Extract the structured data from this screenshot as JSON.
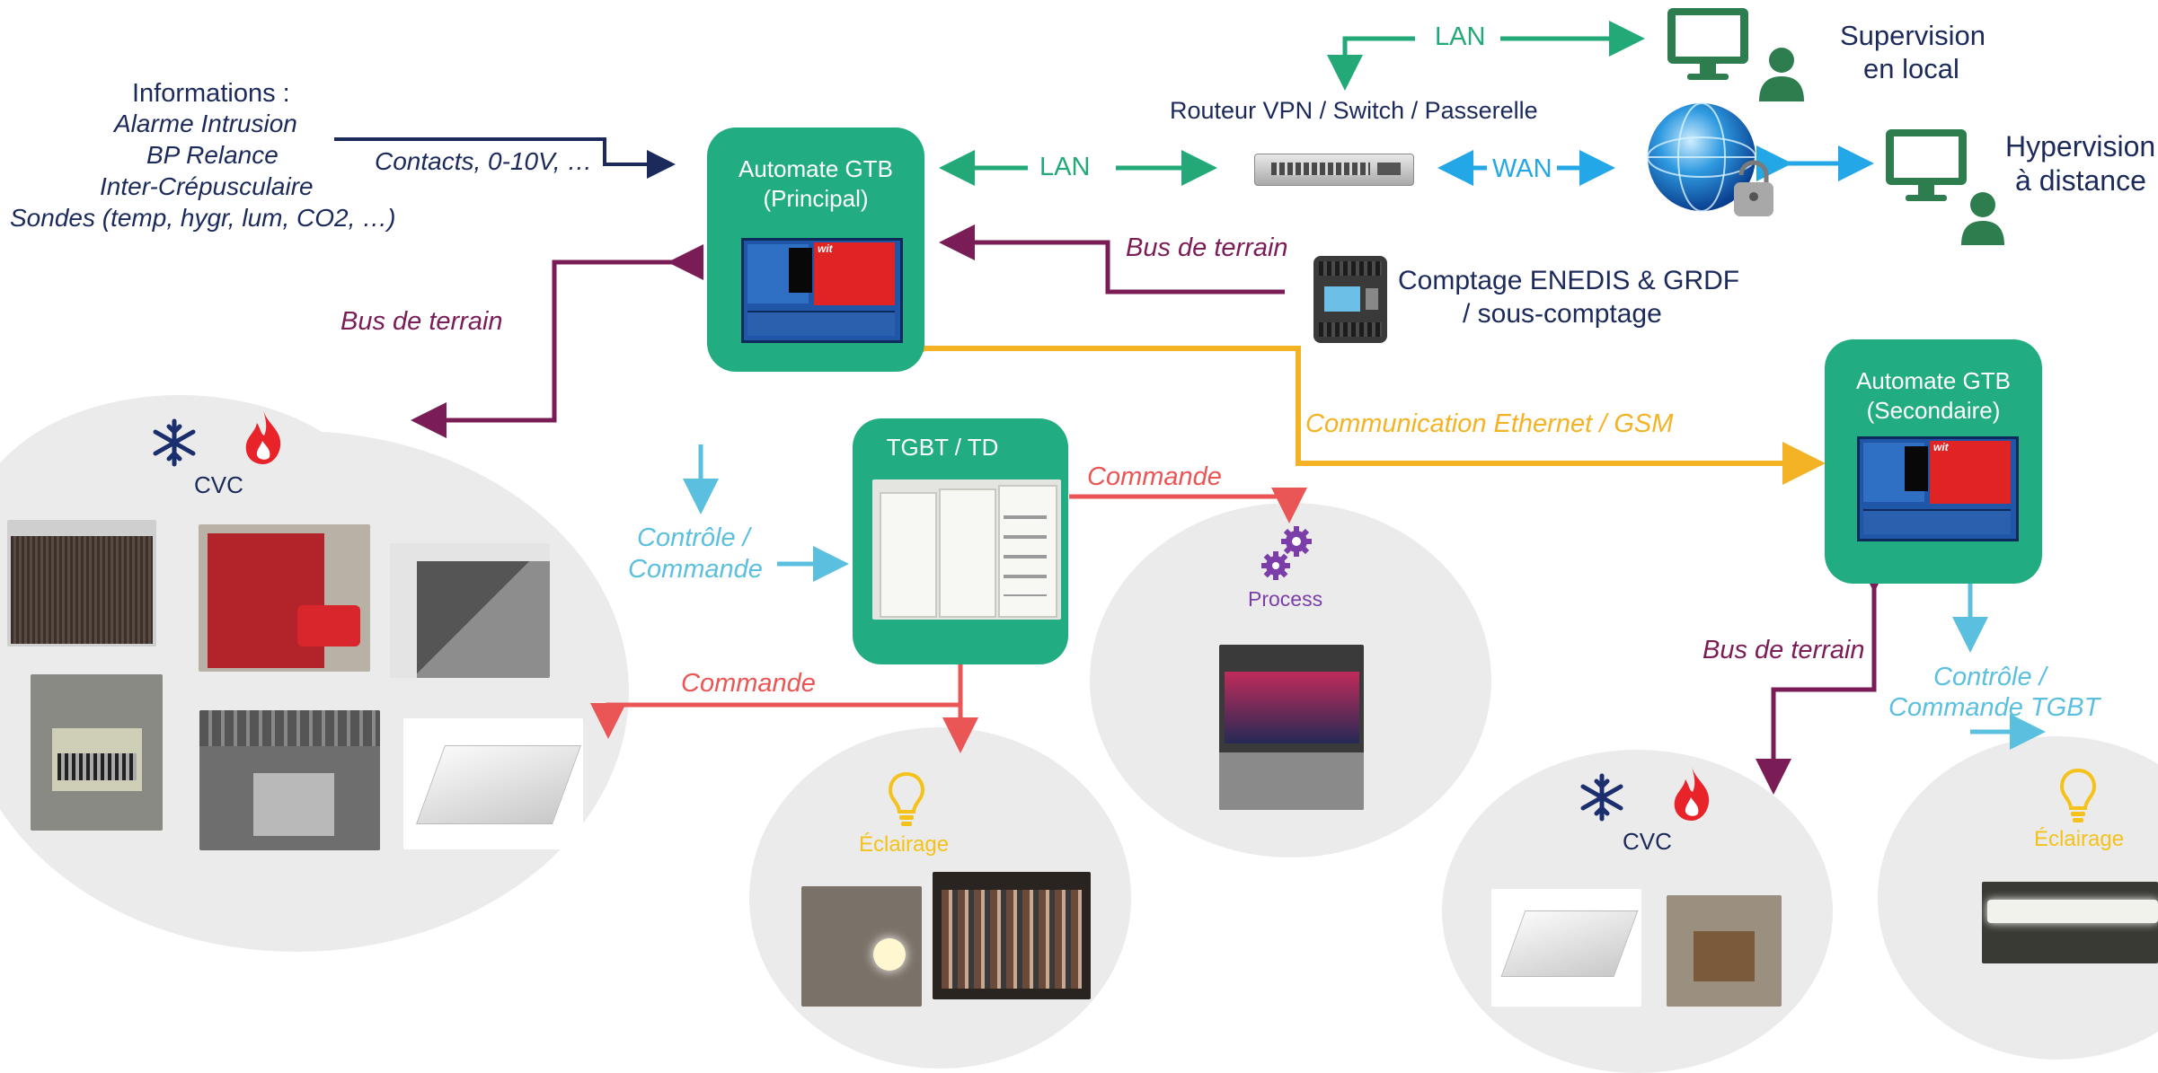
{
  "info": {
    "title": "Informations :",
    "items": [
      "Alarme Intrusion",
      "BP Relance",
      "Inter-Crépusculaire",
      "Sondes (temp, hygr, lum, CO2, …)"
    ],
    "link_label": "Contacts, 0-10V, …"
  },
  "plc_main": {
    "title_line1": "Automate GTB",
    "title_line2": "(Principal)"
  },
  "plc_secondary": {
    "title_line1": "Automate GTB",
    "title_line2": "(Secondaire)"
  },
  "panel_logo": "wit",
  "router": {
    "label": "Routeur VPN / Switch / Passerelle"
  },
  "links": {
    "lan_main": "LAN",
    "lan_top": "LAN",
    "wan": "WAN",
    "bus_terrain_left": "Bus de terrain",
    "bus_terrain_meter": "Bus de terrain",
    "bus_terrain_secondary": "Bus de terrain",
    "comm_ethernet": "Communication Ethernet / GSM",
    "controle_line1": "Contrôle /",
    "controle_line2": "Commande",
    "commande_process": "Commande",
    "commande_cvc": "Commande",
    "controle_tgbt_line1": "Contrôle /",
    "controle_tgbt_line2": "Commande TGBT"
  },
  "supervision": {
    "line1": "Supervision",
    "line2": "en local"
  },
  "hypervision": {
    "line1": "Hypervision",
    "line2": "à distance"
  },
  "metering": {
    "line1": "Comptage ENEDIS & GRDF",
    "line2": "/ sous-comptage"
  },
  "tgbt": {
    "title": "TGBT / TD"
  },
  "cvc_main": {
    "label": "CVC"
  },
  "cvc_secondary": {
    "label": "CVC"
  },
  "process": {
    "label": "Process"
  },
  "eclairage_main": {
    "label": "Éclairage"
  },
  "eclairage_secondary": {
    "label": "Éclairage"
  },
  "colors": {
    "plc_green": "#22ac82",
    "bus_purple": "#7a1c55",
    "commande_red": "#ea5555",
    "controle_blue": "#5bbfe0",
    "comm_yellow": "#f4b324",
    "lan_green": "#23a878",
    "wan_blue": "#23a7e6",
    "navy_text": "#1b2a5a",
    "process_purple": "#7b3ea8",
    "cloud_grey": "#ebebeb",
    "icon_green": "#2e7d4f"
  }
}
